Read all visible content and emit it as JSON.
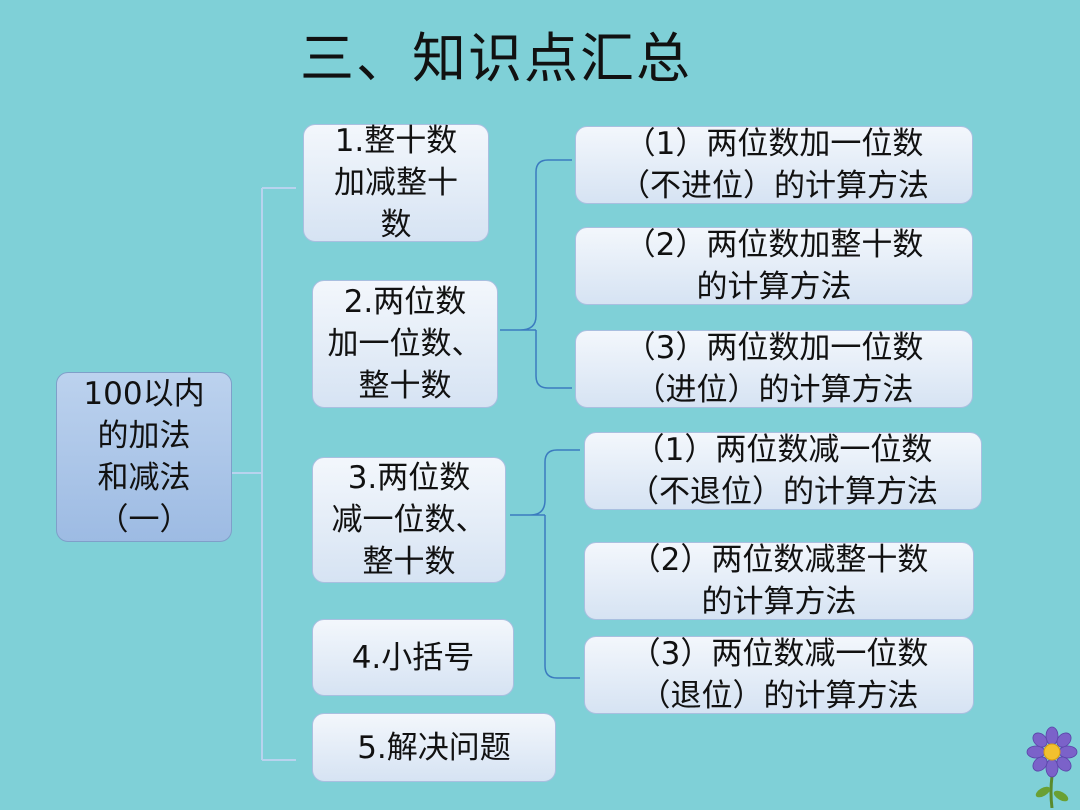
{
  "slide": {
    "title": "三、知识点汇总"
  },
  "root_node": {
    "label": "100以内\n的加法\n和减法\n（一）"
  },
  "topics": [
    {
      "label": "1.整十数\n加减整十\n数"
    },
    {
      "label": "2.两位数\n加一位数、\n整十数"
    },
    {
      "label": "3.两位数\n减一位数、\n整十数"
    },
    {
      "label": "4.小括号"
    },
    {
      "label": "5.解决问题"
    }
  ],
  "addition_methods": [
    {
      "label": "（1）两位数加一位数\n（不进位）的计算方法"
    },
    {
      "label": "（2）两位数加整十数\n的计算方法"
    },
    {
      "label": "（3）两位数加一位数\n（进位）的计算方法"
    }
  ],
  "subtraction_methods": [
    {
      "label": "（1）两位数减一位数\n（不退位）的计算方法"
    },
    {
      "label": "（2）两位数减整十数\n的计算方法"
    },
    {
      "label": "（3）两位数减一位数\n（退位）的计算方法"
    }
  ],
  "colors": {
    "background": "#7fd0d7",
    "root_box": "#a9c4e8",
    "node_box": "#e6eef8",
    "bracket_line": "#3b7bbf",
    "root_connector": "#b8d3ee"
  }
}
